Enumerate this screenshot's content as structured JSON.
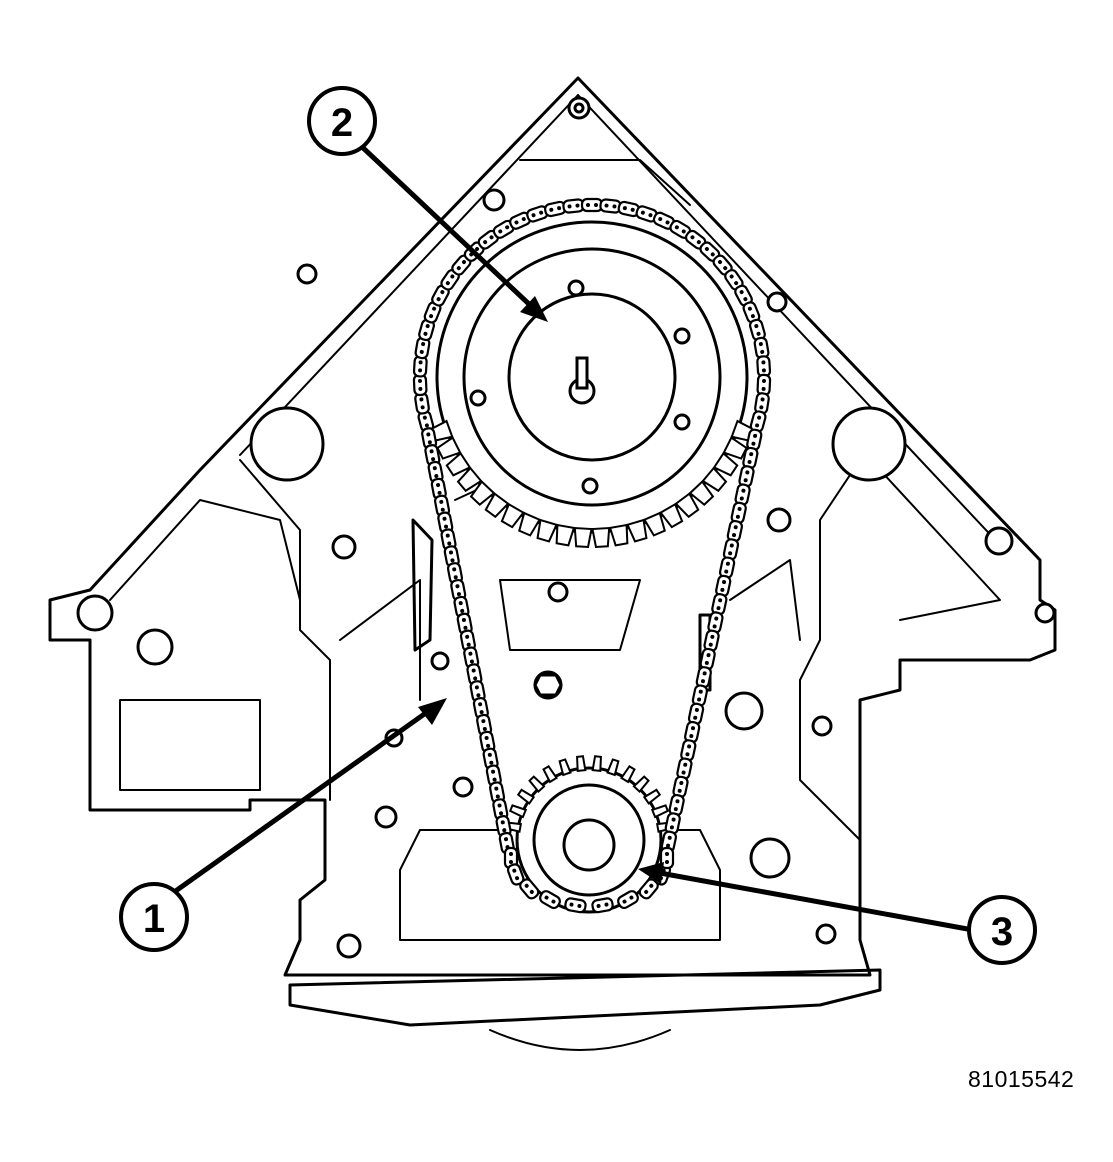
{
  "callouts": [
    {
      "number": "1"
    },
    {
      "number": "2"
    },
    {
      "number": "3"
    }
  ],
  "figure_number": "81015542"
}
